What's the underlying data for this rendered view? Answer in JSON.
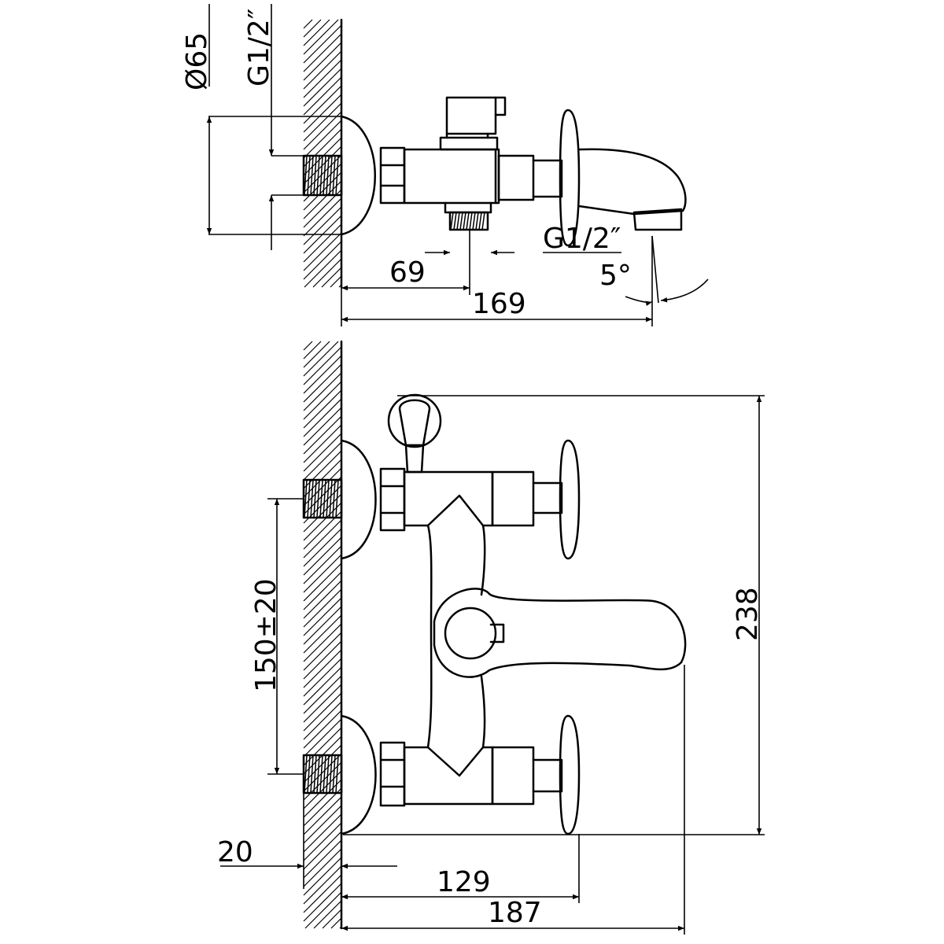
{
  "top_view": {
    "dimensions": {
      "flange_diameter": "Ø65",
      "inlet_thread": "G1/2″",
      "outlet_thread": "G1/2″",
      "diverter_offset": "69",
      "spout_reach": "169",
      "spout_angle": "5°"
    }
  },
  "front_view": {
    "dimensions": {
      "inlet_spacing": "150±20",
      "total_height": "238",
      "wall_inset": "20",
      "handle_reach": "129",
      "total_reach": "187"
    }
  }
}
